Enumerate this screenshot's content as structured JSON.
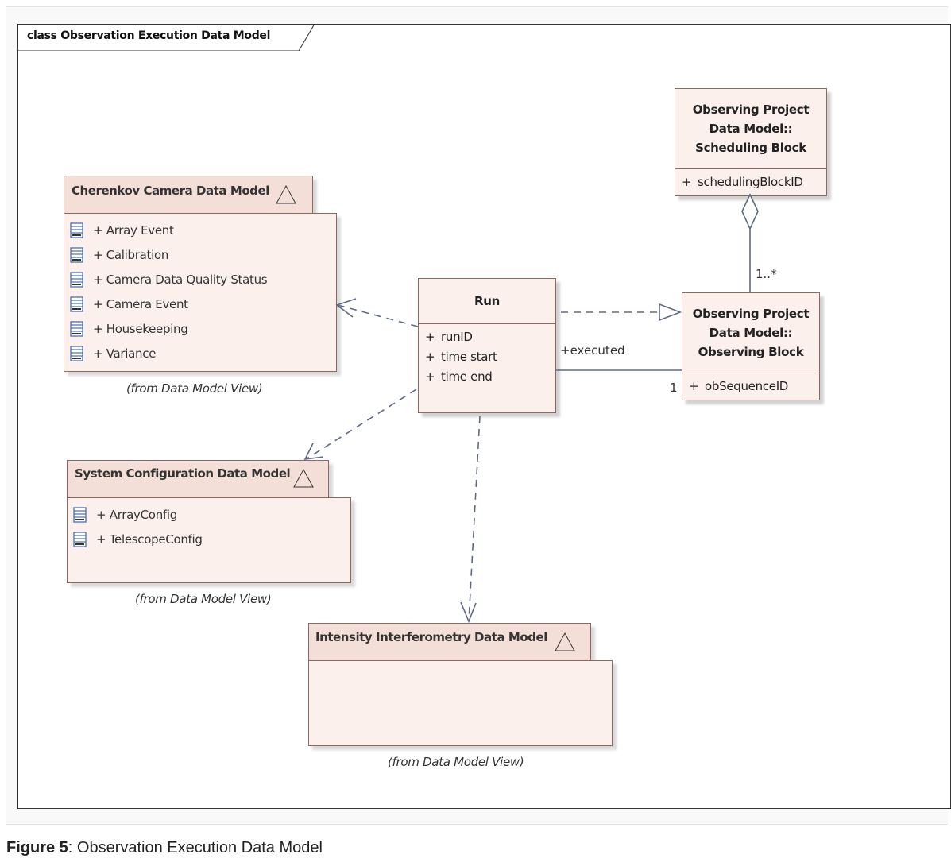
{
  "diagram": {
    "frame_title": "class Observation Execution Data Model",
    "packages": {
      "cherenkov": {
        "name": "Cherenkov Camera Data Model",
        "items": [
          "+ Array Event",
          "+ Calibration",
          "+ Camera Data Quality Status",
          "+ Camera Event",
          "+ Housekeeping",
          "+ Variance"
        ],
        "from_label": "(from Data Model View)"
      },
      "system_config": {
        "name": "System Configuration Data Model",
        "items": [
          "+ ArrayConfig",
          "+ TelescopeConfig"
        ],
        "from_label": "(from Data Model View)"
      },
      "intensity": {
        "name": "Intensity Interferometry Data Model",
        "items": [],
        "from_label": "(from Data Model View)"
      }
    },
    "classes": {
      "run": {
        "name": "Run",
        "attributes": [
          {
            "visibility": "+",
            "name": "runID"
          },
          {
            "visibility": "+",
            "name": "time start"
          },
          {
            "visibility": "+",
            "name": "time end"
          }
        ]
      },
      "scheduling_block": {
        "name_lines": [
          "Observing Project",
          "Data Model::",
          "Scheduling Block"
        ],
        "attributes": [
          {
            "visibility": "+",
            "name": "schedulingBlockID"
          }
        ]
      },
      "observing_block": {
        "name_lines": [
          "Observing Project",
          "Data Model::",
          "Observing Block"
        ],
        "attributes": [
          {
            "visibility": "+",
            "name": "obSequenceID"
          }
        ]
      }
    },
    "edge_labels": {
      "executed_role": "+executed",
      "executed_multiplicity": "1",
      "aggregation_multiplicity": "1..*"
    },
    "colors": {
      "class_fill": "#fbf0ec",
      "package_tab_fill": "#f3dfd7",
      "border": "#8a6a60",
      "connector": "#5f6a84",
      "icon_blue": "#4a6fb0"
    }
  },
  "caption": {
    "label": "Figure 5",
    "text": ": Observation Execution Data Model"
  }
}
